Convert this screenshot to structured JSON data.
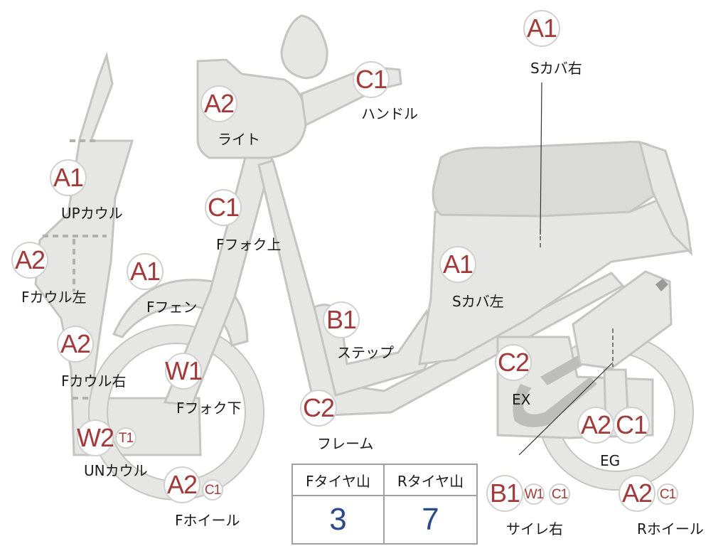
{
  "badge_color": "#a23a3a",
  "table_value_color": "#2a4a8a",
  "parts": [
    {
      "id": "s-cover-right",
      "label": "Sカバ右",
      "codes": [
        "A1"
      ]
    },
    {
      "id": "handle",
      "label": "ハンドル",
      "codes": [
        "C1"
      ]
    },
    {
      "id": "light",
      "label": "ライト",
      "codes": [
        "A2"
      ]
    },
    {
      "id": "up-cowl",
      "label": "UPカウル",
      "codes": [
        "A1"
      ]
    },
    {
      "id": "f-fork-upper",
      "label": "Fフォク上",
      "codes": [
        "C1"
      ]
    },
    {
      "id": "f-cowl-left",
      "label": "Fカウル左",
      "codes": [
        "A2"
      ]
    },
    {
      "id": "f-fender",
      "label": "Fフェン",
      "codes": [
        "A1"
      ]
    },
    {
      "id": "s-cover-left",
      "label": "Sカバ左",
      "codes": [
        "A1"
      ]
    },
    {
      "id": "step",
      "label": "ステップ",
      "codes": [
        "B1"
      ]
    },
    {
      "id": "f-cowl-right",
      "label": "Fカウル右",
      "codes": [
        "A2"
      ]
    },
    {
      "id": "f-fork-lower",
      "label": "Fフォク下",
      "codes": [
        "W1"
      ]
    },
    {
      "id": "ex",
      "label": "EX",
      "codes": [
        "C2"
      ]
    },
    {
      "id": "frame",
      "label": "フレーム",
      "codes": [
        "C2"
      ]
    },
    {
      "id": "eg",
      "label": "EG",
      "codes": [
        "A2",
        "C1"
      ]
    },
    {
      "id": "un-cowl",
      "label": "UNカウル",
      "codes": [
        "W2",
        "T1"
      ]
    },
    {
      "id": "f-wheel",
      "label": "Fホイール",
      "codes": [
        "A2",
        "C1"
      ]
    },
    {
      "id": "silencer-right",
      "label": "サイレ右",
      "codes": [
        "B1",
        "W1",
        "C1"
      ]
    },
    {
      "id": "r-wheel",
      "label": "Rホイール",
      "codes": [
        "A2",
        "C1"
      ]
    }
  ],
  "tire_table": {
    "front_header": "Fタイヤ山",
    "rear_header": "Rタイヤ山",
    "front_value": "3",
    "rear_value": "7"
  }
}
